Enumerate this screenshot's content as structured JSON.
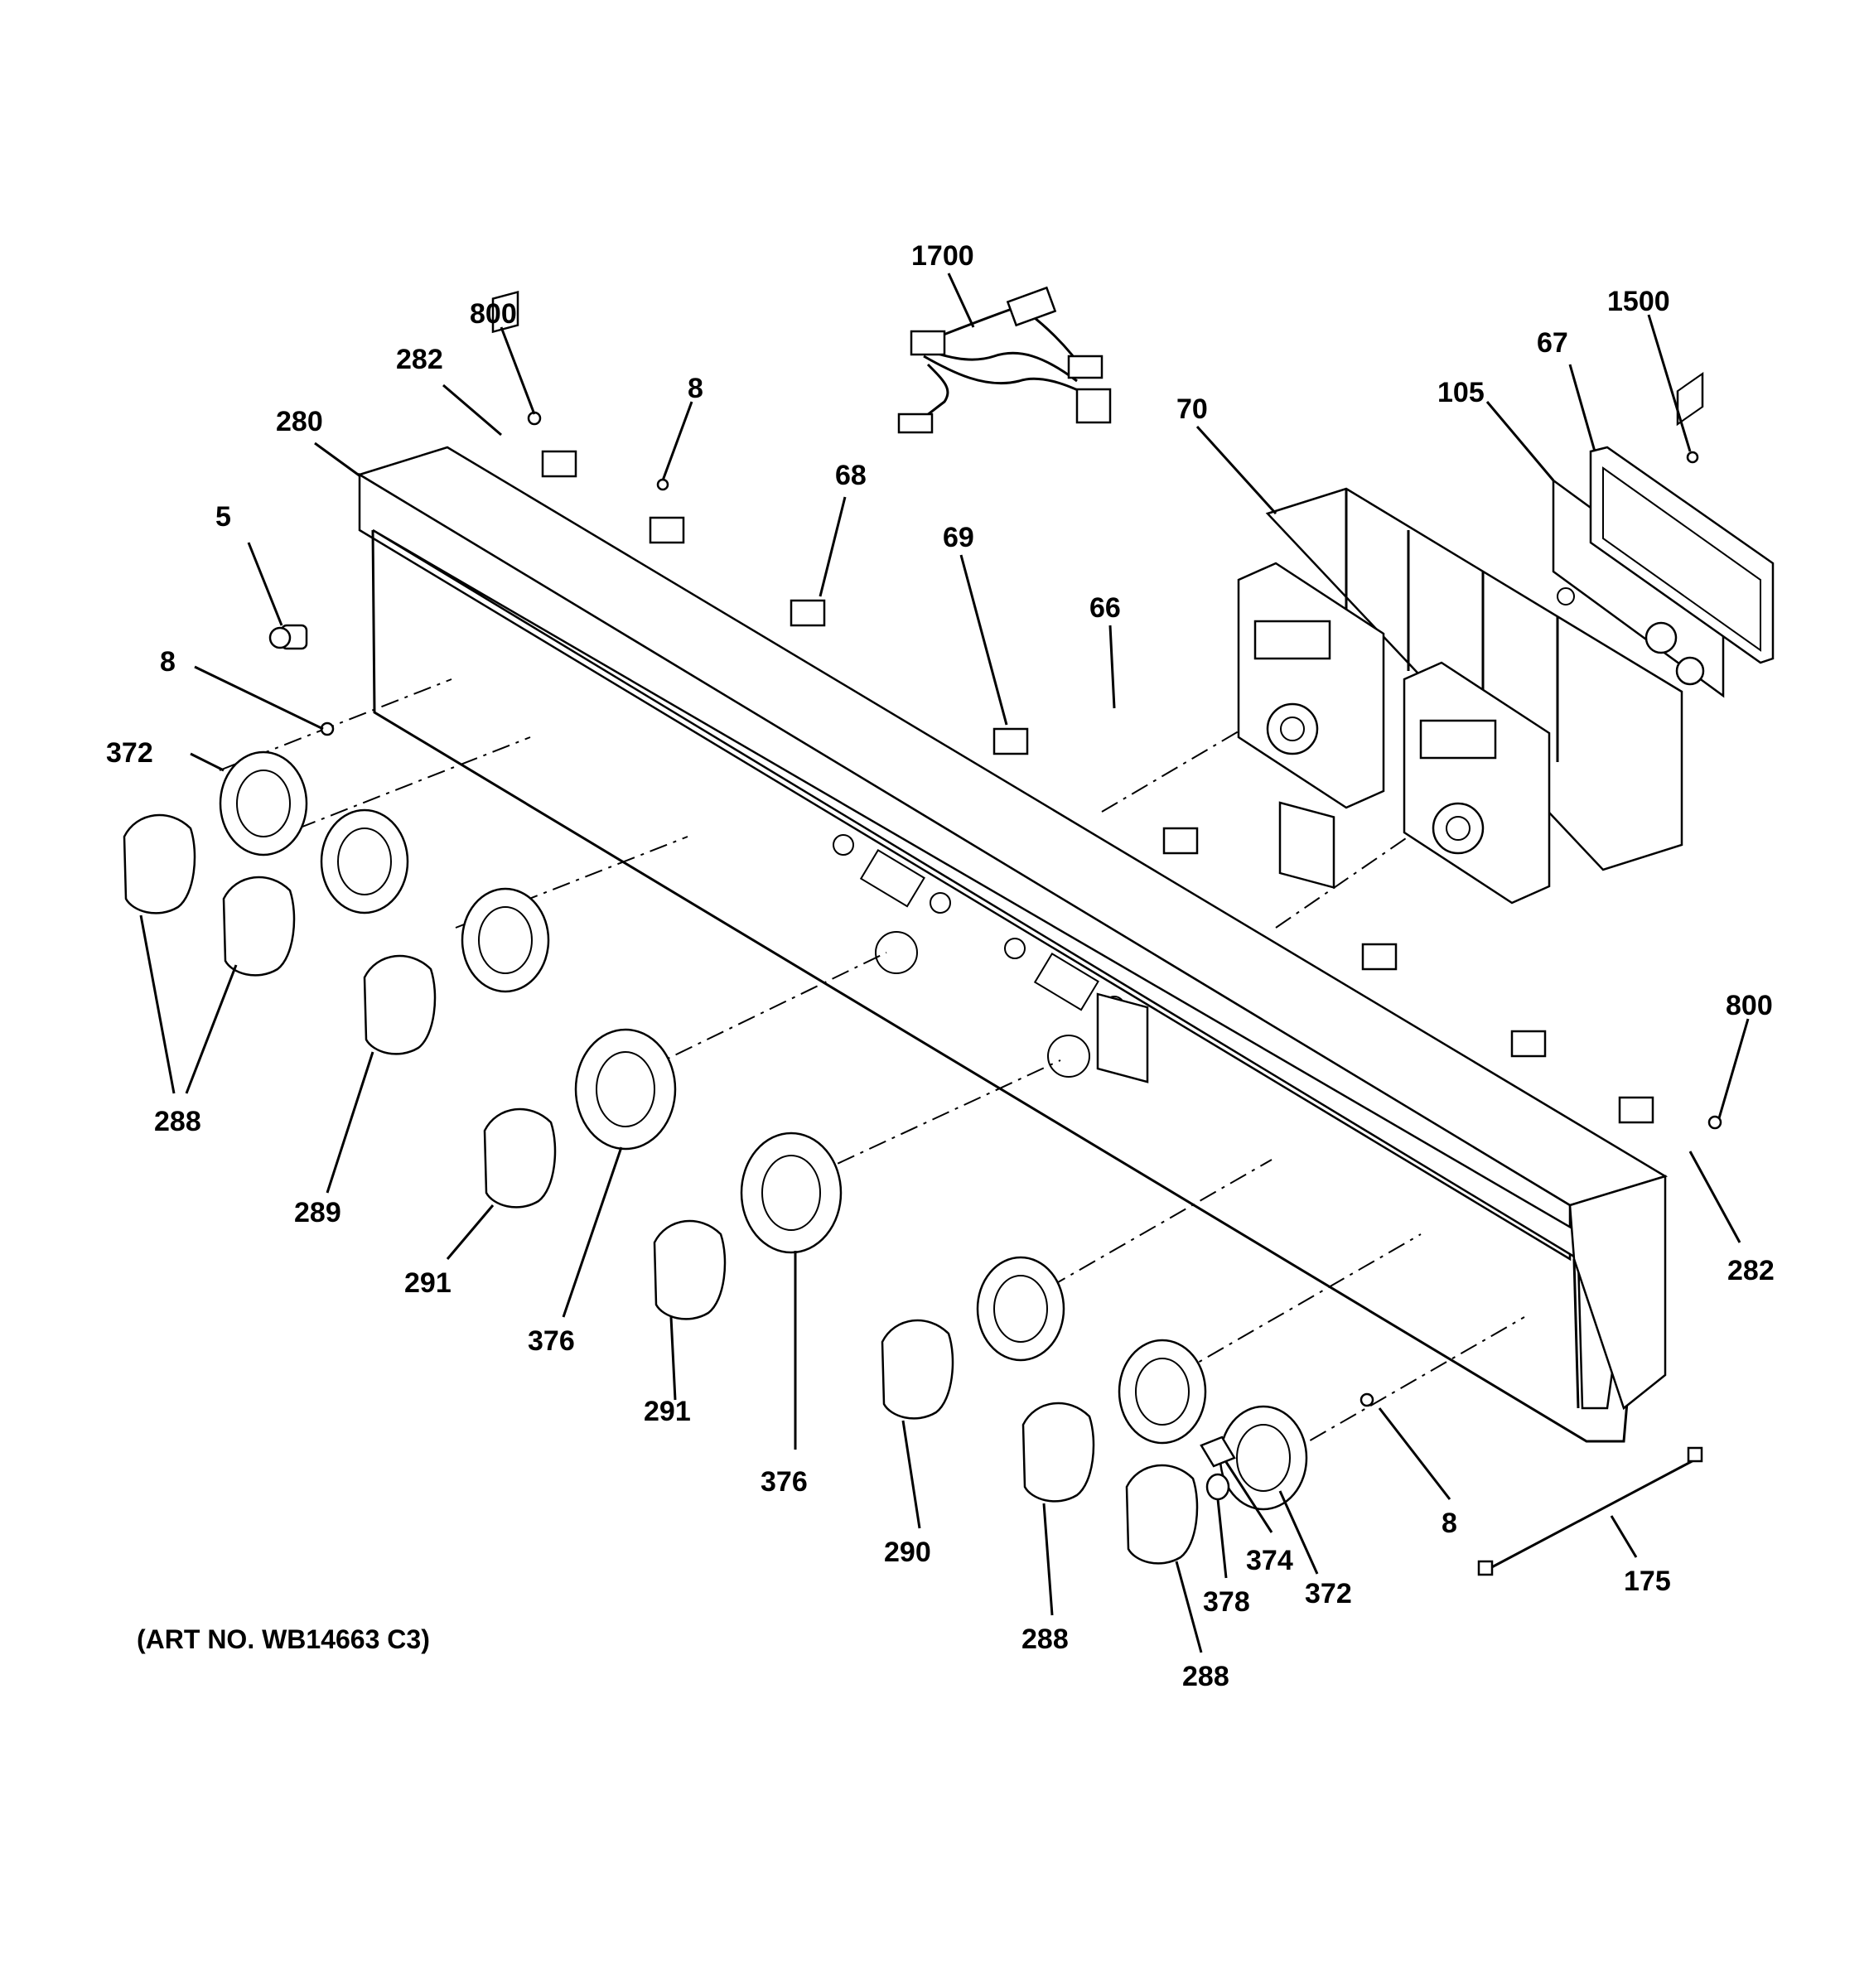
{
  "art_number": "(ART NO. WB14663 C3)",
  "callouts": {
    "c1700": "1700",
    "c1500": "1500",
    "c67": "67",
    "c105": "105",
    "c70": "70",
    "c800a": "800",
    "c282a": "282",
    "c280": "280",
    "c8a": "8",
    "c68": "68",
    "c69": "69",
    "c66": "66",
    "c5": "5",
    "c8b": "8",
    "c372a": "372",
    "c288a": "288",
    "c289": "289",
    "c291a": "291",
    "c376a": "376",
    "c291b": "291",
    "c376b": "376",
    "c290": "290",
    "c288b": "288",
    "c288c": "288",
    "c378": "378",
    "c374": "374",
    "c372b": "372",
    "c8c": "8",
    "c175": "175",
    "c800b": "800",
    "c282b": "282"
  }
}
